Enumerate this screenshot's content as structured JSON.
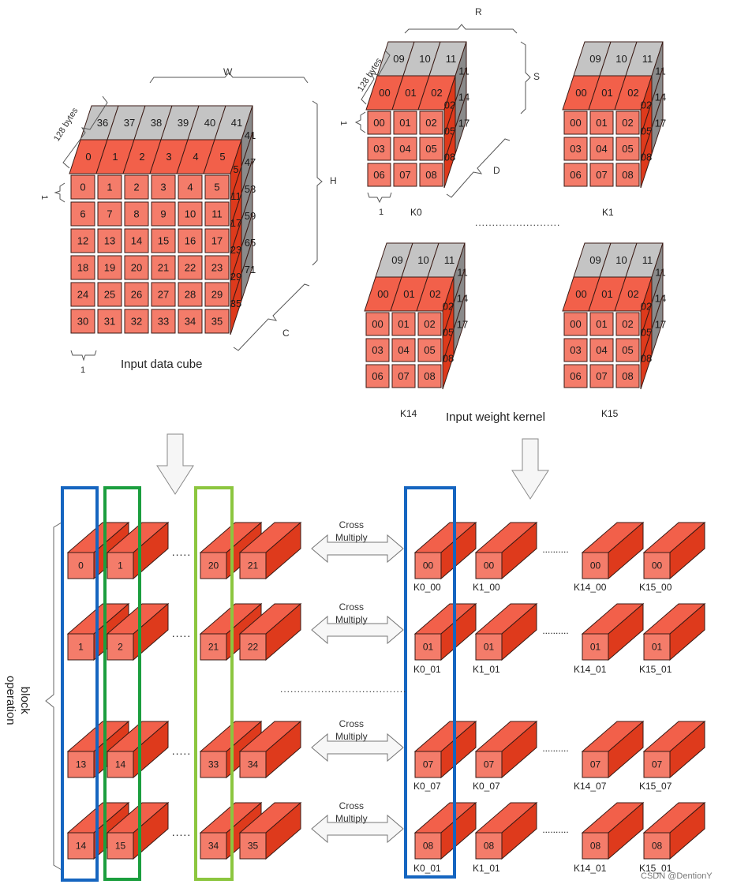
{
  "labels": {
    "input_data_cube": "Input data cube",
    "input_weight_kernel": "Input weight kernel",
    "block_operation": "block\noperation",
    "cross_multiply": "Cross\nMultiply",
    "bytes_128": "128 bytes",
    "one": "1",
    "W": "W",
    "H": "H",
    "C": "C",
    "R": "R",
    "S": "S",
    "D": "D",
    "dots": "........",
    "watermark": "CSDN @DentionY"
  },
  "data_cube": {
    "front": [
      [
        "0",
        "1",
        "2",
        "3",
        "4",
        "5"
      ],
      [
        "6",
        "7",
        "8",
        "9",
        "10",
        "11"
      ],
      [
        "12",
        "13",
        "14",
        "15",
        "16",
        "17"
      ],
      [
        "18",
        "19",
        "20",
        "21",
        "22",
        "23"
      ],
      [
        "24",
        "25",
        "26",
        "27",
        "28",
        "29"
      ],
      [
        "30",
        "31",
        "32",
        "33",
        "34",
        "35"
      ]
    ],
    "top_red": [
      "0",
      "1",
      "2",
      "3",
      "4",
      "5"
    ],
    "top_gray": [
      "36",
      "37",
      "38",
      "39",
      "40",
      "41"
    ],
    "side_red": [
      "5",
      "11",
      "17",
      "23",
      "29",
      "35"
    ],
    "side_gray": [
      "41",
      "47",
      "53",
      "59",
      "65",
      "71"
    ]
  },
  "kernel": {
    "front": [
      [
        "00",
        "01",
        "02"
      ],
      [
        "03",
        "04",
        "05"
      ],
      [
        "06",
        "07",
        "08"
      ]
    ],
    "top_red": [
      "00",
      "01",
      "02"
    ],
    "top_gray": [
      "09",
      "10",
      "11"
    ],
    "side_red": [
      "02",
      "05",
      "08"
    ],
    "side_gray": [
      "11",
      "14",
      "17"
    ],
    "names": [
      "K0",
      "K1",
      "K14",
      "K15"
    ]
  },
  "rows": [
    {
      "data": [
        "0",
        "1",
        "20",
        "21"
      ],
      "kernel": [
        "00",
        "00",
        "00",
        "00"
      ],
      "klabels": [
        "K0_00",
        "K1_00",
        "K14_00",
        "K15_00"
      ]
    },
    {
      "data": [
        "1",
        "2",
        "21",
        "22"
      ],
      "kernel": [
        "01",
        "01",
        "01",
        "01"
      ],
      "klabels": [
        "K0_01",
        "K1_01",
        "K14_01",
        "K15_01"
      ]
    },
    {
      "data": [
        "13",
        "14",
        "33",
        "34"
      ],
      "kernel": [
        "07",
        "07",
        "07",
        "07"
      ],
      "klabels": [
        "K0_07",
        "K0_07",
        "K14_07",
        "K15_07"
      ]
    },
    {
      "data": [
        "14",
        "15",
        "34",
        "35"
      ],
      "kernel": [
        "08",
        "08",
        "08",
        "08"
      ],
      "klabels": [
        "K0_01",
        "K1_01",
        "K14_01",
        "K15_01"
      ]
    }
  ],
  "colors": {
    "front": "#f47c6a",
    "top": "#f2604a",
    "side": "#de3a1c",
    "grayTop": "#c4c4c4",
    "graySide": "#8a8a8a",
    "edge": "#3a1a14",
    "blue": "#1565c0",
    "green": "#1b9e3e",
    "lightgreen": "#8cc63f"
  }
}
